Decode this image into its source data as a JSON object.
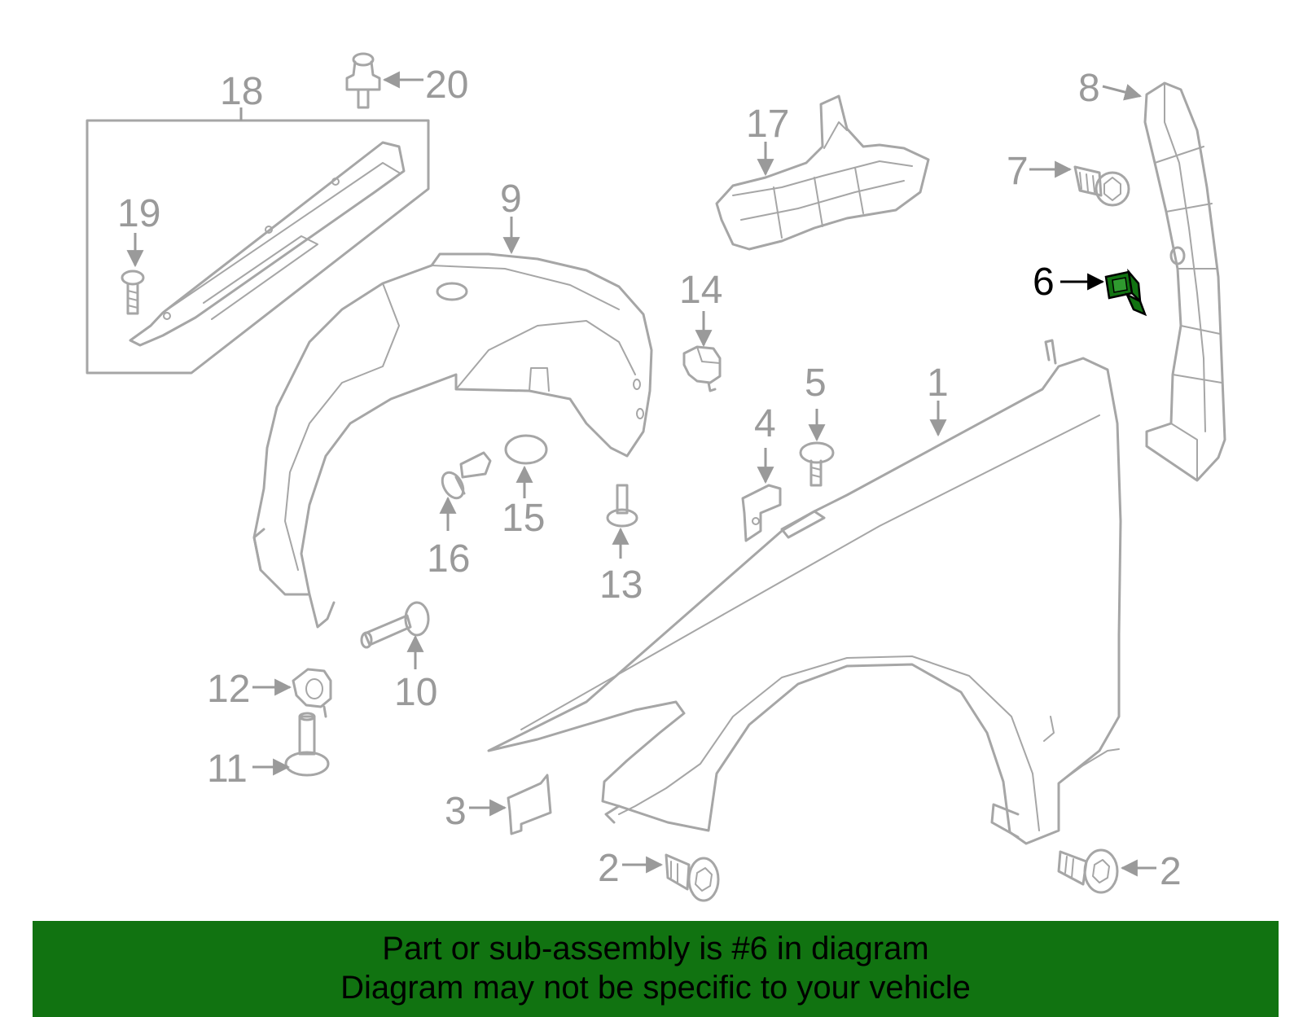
{
  "callouts": {
    "p1": "1",
    "p2a": "2",
    "p2b": "2",
    "p3": "3",
    "p4": "4",
    "p5": "5",
    "p6": "6",
    "p7": "7",
    "p8": "8",
    "p9": "9",
    "p10": "10",
    "p11": "11",
    "p12": "12",
    "p13": "13",
    "p14": "14",
    "p15": "15",
    "p16": "16",
    "p17": "17",
    "p18": "18",
    "p19": "19",
    "p20": "20"
  },
  "highlighted_part": "6",
  "colors": {
    "highlight": "#117311",
    "part_stroke": "#a6a6a6",
    "banner_bg": "#117311",
    "banner_text": "#000000"
  },
  "banner": {
    "line1": "Part or sub-assembly is #6 in diagram",
    "line2": "Diagram may not be specific to your vehicle"
  }
}
